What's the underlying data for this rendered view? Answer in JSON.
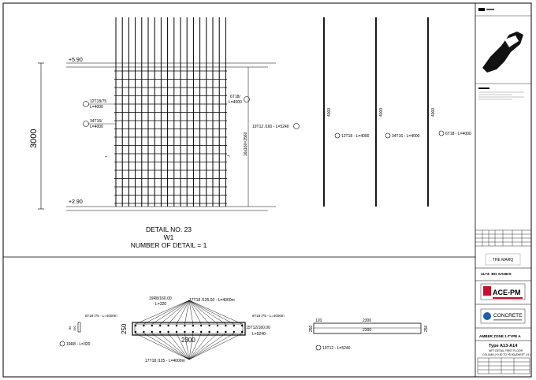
{
  "drawing": {
    "levels": {
      "top": "+5.90",
      "bottom": "+2.90"
    },
    "overall_height": "3000",
    "callouts": {
      "left_1": {
        "tag": "12T18/75",
        "length": "L=4000"
      },
      "left_2": {
        "tag": "34T16/",
        "length": "L=4000"
      },
      "right_top": {
        "tag": "6T18/",
        "length": "L=4000"
      },
      "right_side": "19T12 /160 - L=5240",
      "vertical_dim": "16x160=2560"
    },
    "detail": {
      "no": "DETAIL NO. 23",
      "ref": "W1",
      "count": "NUMBER OF DETAIL = 1"
    },
    "bar_schedule": [
      {
        "dim": "4000",
        "label": "12T18 - L=4000"
      },
      {
        "dim": "4000",
        "label": "34T16 - L=4000"
      },
      {
        "dim": "4000",
        "label": "6T18 - L=4000"
      }
    ],
    "section": {
      "tie": "19R8/160.00",
      "tie_len": "L=320",
      "top_bars": "17T18 /125.00 - L=4000m",
      "left_bars": "6T18 /75 - L=4000m",
      "right_bars": "6T18 /75 - L=4000m",
      "side_tag": "15T12/160.00",
      "side_len": "L=5240",
      "bottom_bars": "17T18 /125 - L=4000m",
      "width": "2300",
      "depth": "250",
      "left_label": "19R8 - L=320",
      "small_dims": [
        "85",
        "190"
      ]
    },
    "hoop": {
      "cover": "120",
      "length": "2300",
      "inner": "2300",
      "height": "250",
      "label": "19T12 - L=5240"
    }
  },
  "title_block": {
    "project": "1173- BO SANDS",
    "logo_marq": "THE MARQ",
    "logo_ace": "ACE-PM",
    "logo_concrete": "CONCRETE",
    "zone": "AMBER ZONE 1-TYPE A",
    "type": "Type A13-A14",
    "desc_1": "WFT DETAIL FIRST FLOOR",
    "desc_2": "COLUMN (+0.90 TO +5.90)(SHEET 1/1)"
  }
}
